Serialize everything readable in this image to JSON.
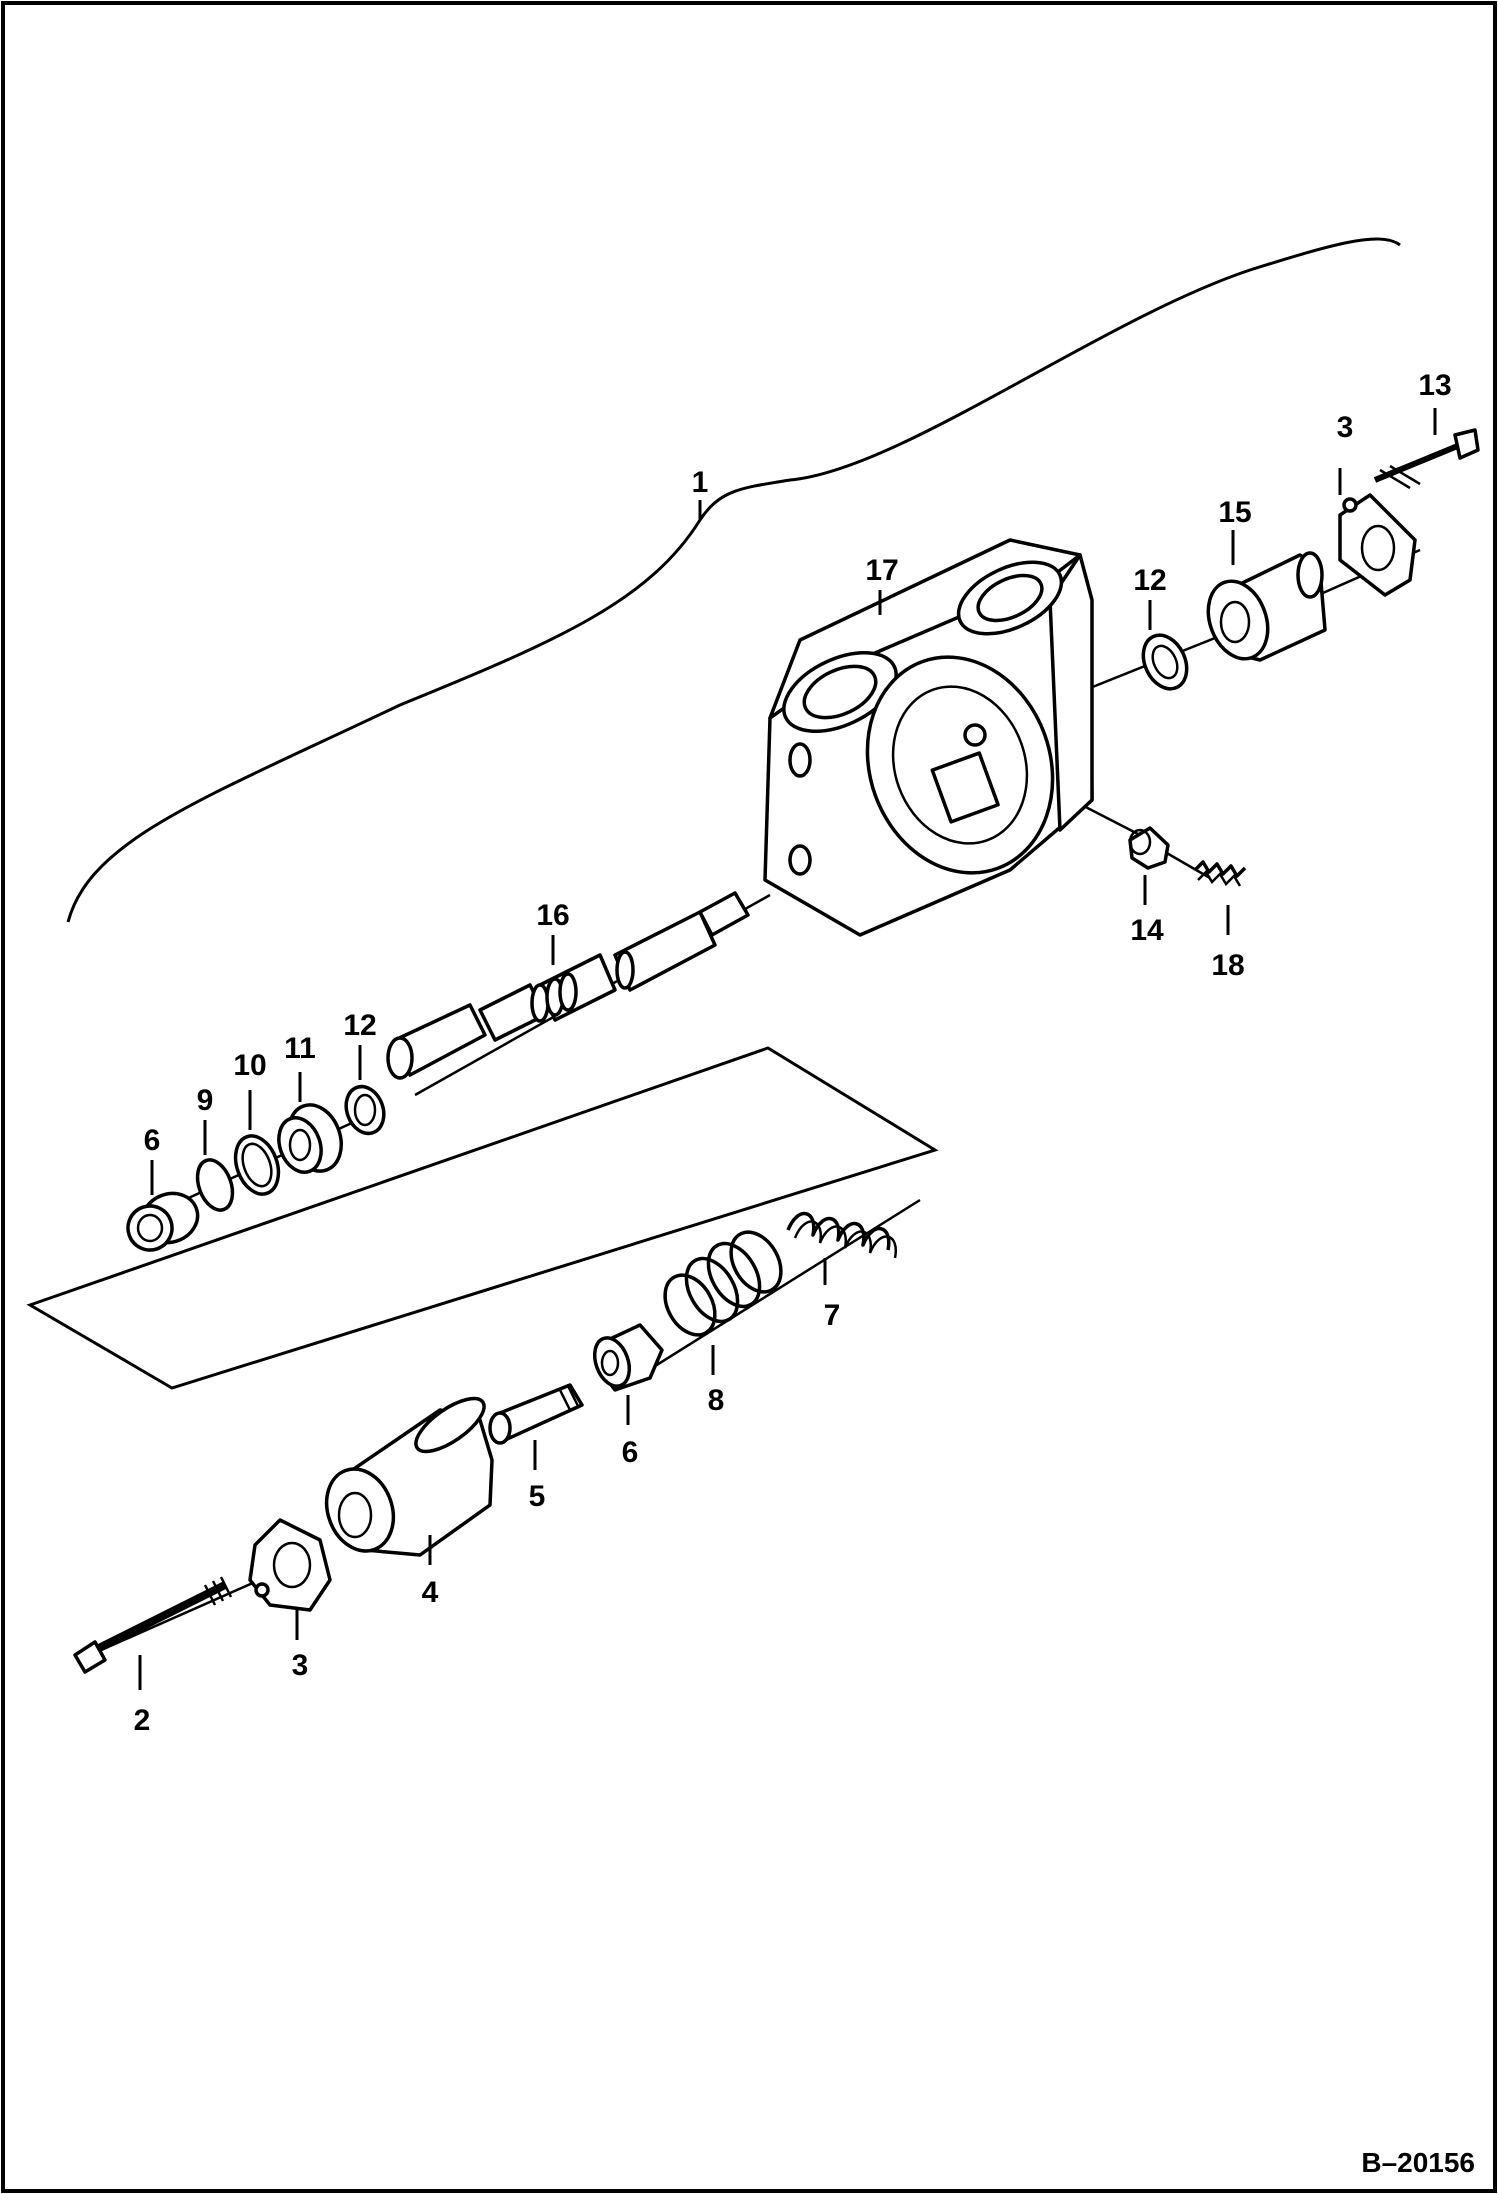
{
  "drawing_code": "B–20156",
  "callouts": {
    "c1": "1",
    "c2": "2",
    "c3_left": "3",
    "c3_right": "3",
    "c4": "4",
    "c5": "5",
    "c6_left": "6",
    "c6_center": "6",
    "c7": "7",
    "c8": "8",
    "c9": "9",
    "c10": "10",
    "c11": "11",
    "c12_left": "12",
    "c12_right": "12",
    "c13": "13",
    "c14": "14",
    "c15": "15",
    "c16": "16",
    "c17": "17",
    "c18": "18"
  }
}
